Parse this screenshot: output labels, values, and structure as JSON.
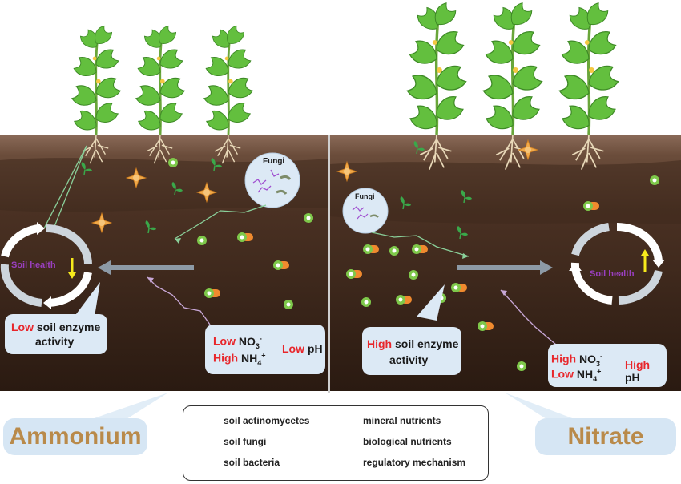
{
  "ammonium": {
    "title": "Ammonium",
    "soil_health": "Soil health",
    "enzyme_low": "Low",
    "enzyme_text_1": "soil enzyme",
    "enzyme_text_2": "activity",
    "no3_low": "Low",
    "no3": "NO",
    "no3_sub": "3",
    "no3_sup": "-",
    "nh4_high": "High",
    "nh4": "NH",
    "nh4_sub": "4",
    "nh4_sup": "+",
    "ph_low": "Low",
    "ph": "pH",
    "fungi": "Fungi"
  },
  "nitrate": {
    "title": "Nitrate",
    "soil_health": "Soil health",
    "enzyme_high": "High",
    "enzyme_text_1": "soil enzyme",
    "enzyme_text_2": "activity",
    "no3_high": "High",
    "no3": "NO",
    "no3_sub": "3",
    "no3_sup": "-",
    "nh4_low": "Low",
    "nh4": "NH",
    "nh4_sub": "4",
    "nh4_sup": "+",
    "ph_high": "High",
    "ph": "pH",
    "fungi": "Fungi"
  },
  "legend": {
    "actinomycetes": "soil actinomycetes",
    "fungi": "soil fungi",
    "bacteria": "soil bacteria",
    "mineral": "mineral nutrients",
    "biological": "biological nutrients",
    "regulatory": "regulatory mechanism"
  },
  "colors": {
    "soil_top": "#7a5a4a",
    "soil_mid": "#4e3527",
    "soil_dark": "#2e1d14",
    "leaf": "#5cb83a",
    "red_text": "#e8262b",
    "purple_text": "#9a3fc0",
    "title_text": "#b98a4a"
  }
}
